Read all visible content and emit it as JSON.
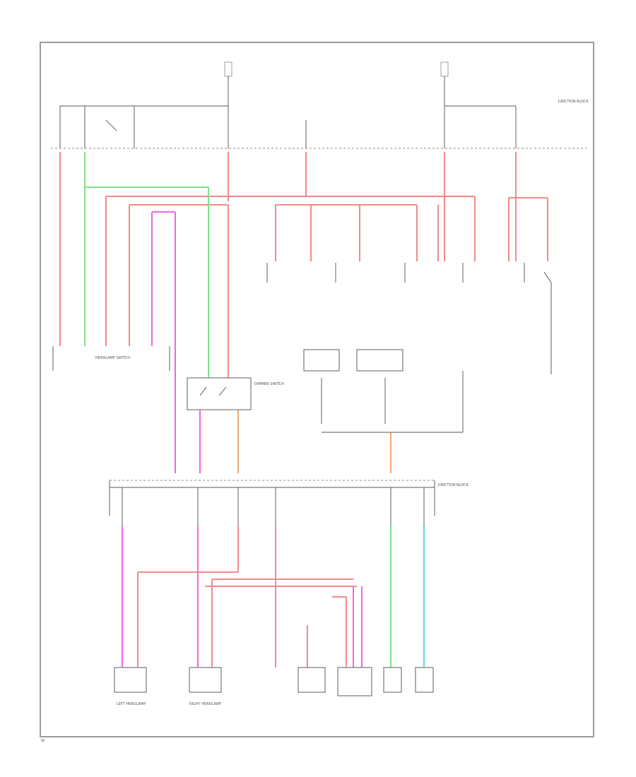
{
  "colors": {
    "red": "#f28a8a",
    "green": "#7fe08a",
    "pink": "#ee66e6",
    "orange": "#f2a870",
    "cyan": "#66d4e6",
    "black": "#777777",
    "frame": "#9a9a9a"
  },
  "labels": {
    "headlight_switch": "HEADLAMP SWITCH",
    "dimmer_switch": "DIMMER SWITCH",
    "fuse_box_top": "JUNCTION BLOCK",
    "fuse_box_bottom": "JUNCTION BLOCK",
    "left_headlamp": "LEFT HEADLAMP",
    "right_headlamp": "RIGHT HEADLAMP",
    "footer_code": "W"
  }
}
